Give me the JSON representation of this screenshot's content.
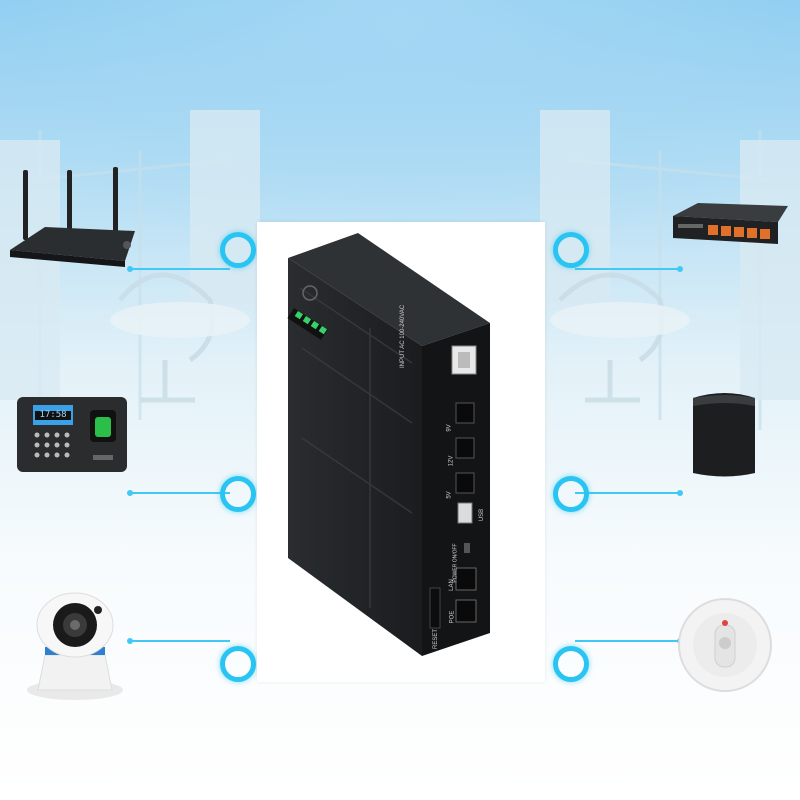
{
  "scene": {
    "description_colors": {
      "sky_top": "#8fcdf0",
      "sky_mid": "#cfe9f7",
      "floor": "#ffffff",
      "accent_cyan": "#29c4f2",
      "device_body": "#1e2124"
    }
  },
  "devices": {
    "router": {
      "icon": "router-icon"
    },
    "network_switch": {
      "icon": "network-switch-icon"
    },
    "attendance_terminal": {
      "icon": "fingerprint-terminal-icon",
      "screen_text": "17:58"
    },
    "modem": {
      "icon": "modem-icon"
    },
    "ip_camera": {
      "icon": "security-camera-icon"
    },
    "smoke_detector": {
      "icon": "smoke-detector-icon"
    }
  },
  "ups": {
    "icon": "mini-ups-icon",
    "labels": {
      "input": "INPUT AC 100-240VAC",
      "port_9v": "9V",
      "port_12v": "12V",
      "port_5v": "5V",
      "usb": "USB",
      "power": "POWER ON/OFF",
      "lan": "LAN",
      "poe": "POE",
      "reset": "RESET"
    }
  }
}
